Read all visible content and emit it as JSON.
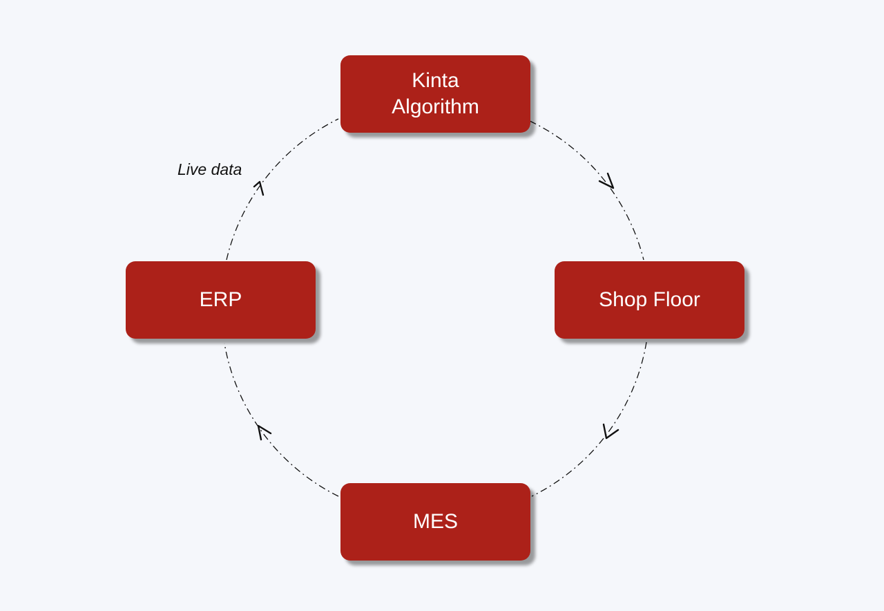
{
  "nodes": {
    "kinta": "Kinta\nAlgorithm",
    "shop_floor": "Shop Floor",
    "mes": "MES",
    "erp": "ERP"
  },
  "edge_labels": {
    "erp_to_kinta": "Live data"
  },
  "colors": {
    "node_fill": "#ac2119",
    "node_text": "#ffffff",
    "background": "#f5f7fb",
    "connector": "#111111"
  },
  "connector_style": "dash-dot",
  "flow_direction": "clockwise"
}
